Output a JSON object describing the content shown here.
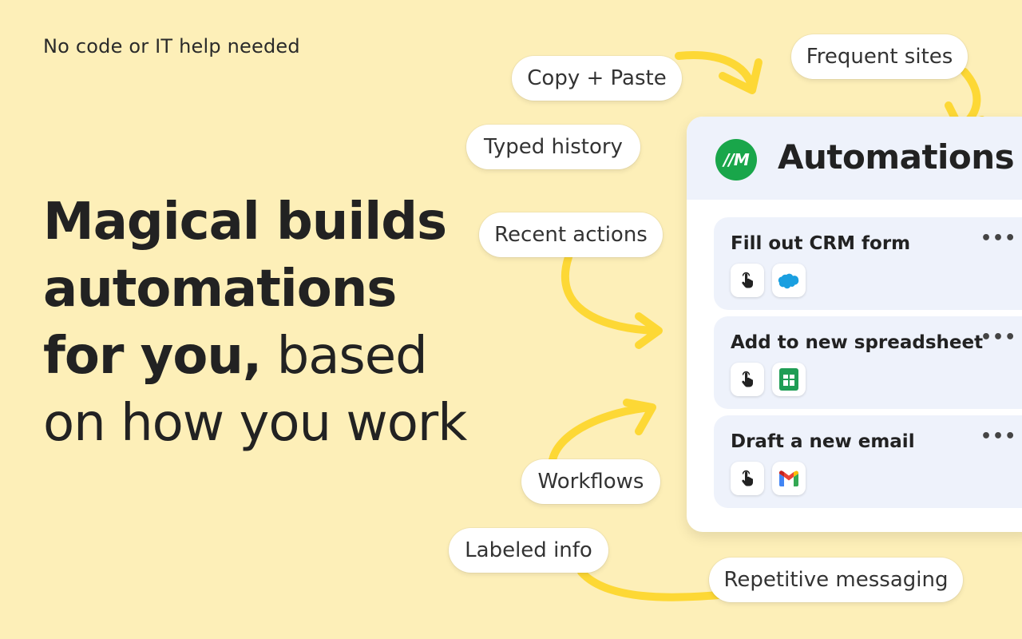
{
  "tagline": "No code or IT help needed",
  "headline": {
    "line1": "Magical builds",
    "line2": "automations",
    "line3_bold": "for you,",
    "line3_light": " based",
    "line4": "on how you work"
  },
  "sources": {
    "copy_paste": "Copy + Paste",
    "frequent_sites": "Frequent sites",
    "typed_history": "Typed history",
    "recent_actions": "Recent actions",
    "workflows": "Workflows",
    "labeled_info": "Labeled info",
    "repetitive_messaging": "Repetitive messaging"
  },
  "panel": {
    "logo_text": "//M",
    "title": "Automations",
    "automations": [
      {
        "title": "Fill out CRM form",
        "app_icon": "salesforce-icon"
      },
      {
        "title": "Add to new spreadsheet",
        "app_icon": "google-sheets-icon"
      },
      {
        "title": "Draft a new email",
        "app_icon": "gmail-icon"
      }
    ],
    "more_label": "•••"
  },
  "colors": {
    "background": "#fdefb8",
    "arrow": "#fdd835",
    "brand_green": "#19a64a",
    "card_bg": "#eef2fb"
  }
}
